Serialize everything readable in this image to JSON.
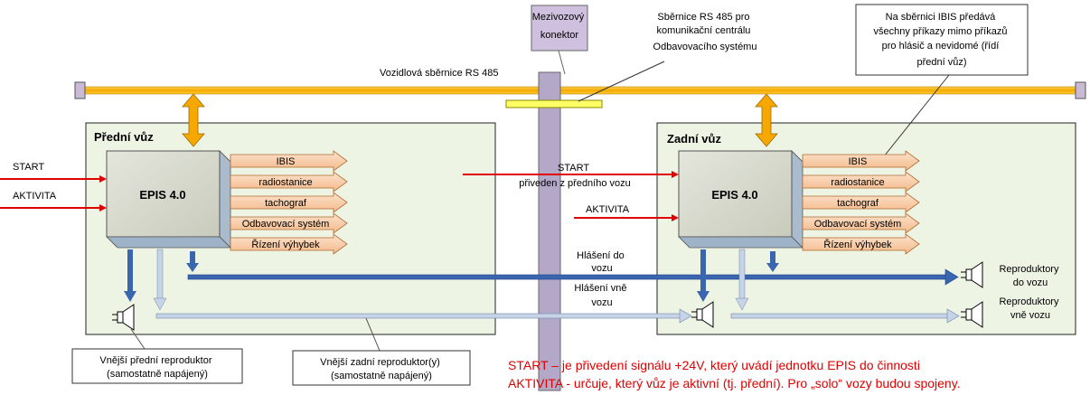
{
  "labels": {
    "connector": [
      "Mezivozový",
      "konektor"
    ],
    "rs485_comm": [
      "Sběrnice RS 485 pro",
      "komunikační centrálu",
      "Odbavovacího systému"
    ],
    "ibis_note": [
      "Na sběrnici IBIS předává",
      "všechny příkazy mimo příkazů",
      "pro hlásič a nevidomé (řídí",
      "přední vůz)"
    ],
    "vehicle_bus": "Vozidlová sběrnice RS 485",
    "front_car": "Přední vůz",
    "rear_car": "Zadní vůz",
    "start": "START",
    "aktivita": "AKTIVITA",
    "epis": "EPIS 4.0",
    "start_forwarded": [
      "START",
      "přiveden z předního vozu"
    ],
    "aktivita_rear": "AKTIVITA",
    "announce_in": [
      "Hlášení do",
      "vozu"
    ],
    "announce_out": [
      "Hlášení vně",
      "vozu"
    ],
    "speakers_in": [
      "Reproduktory",
      "do vozu"
    ],
    "speakers_out": [
      "Reproduktory",
      "vně vozu"
    ],
    "ext_front_speaker": [
      "Vnější přední reproduktor",
      "(samostatně napájený)"
    ],
    "ext_rear_speaker": [
      "Vnější zadní reproduktor(y)",
      "(samostatně napájený)"
    ]
  },
  "outputs": [
    "IBIS",
    "radiostanice",
    "tachograf",
    "Odbavovací systém",
    "Řízení výhybek"
  ],
  "footnote": [
    "START – je přivedení signálu +24V, který uvádí jednotku EPIS do činnosti",
    "AKTIVITA - určuje, který vůz je aktivní (tj. přední). Pro „solo“ vozy budou spojeny."
  ]
}
